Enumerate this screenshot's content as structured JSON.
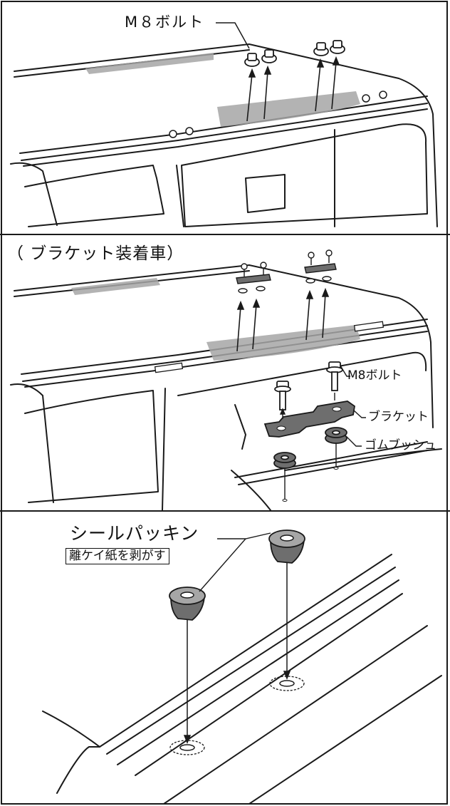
{
  "panels": {
    "top": {
      "bolt_label": "M８ボルト"
    },
    "middle": {
      "variant_label": "（ ブラケット装着車）",
      "bolt_label": "M8ボルト",
      "bracket_label": "ブラケット",
      "bushing_label": "ゴムブッシュ"
    },
    "bottom": {
      "seal_label": "シールパッキン",
      "peel_note": "離ケイ紙を剥がす"
    }
  },
  "colors": {
    "line": "#1a1a1a",
    "shade": "#a6a6a6",
    "part": "#6e6e6e"
  }
}
